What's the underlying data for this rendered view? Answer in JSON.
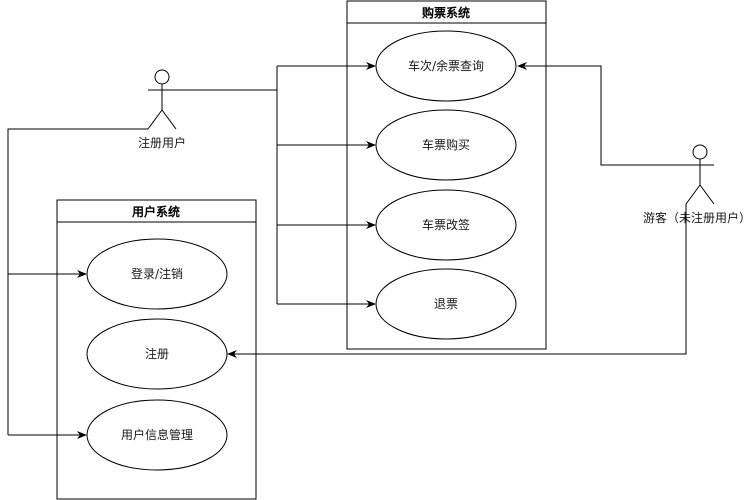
{
  "diagram": {
    "type": "use-case",
    "systems": [
      {
        "id": "ticket",
        "title": "购票系统",
        "use_cases": [
          "车次/余票查询",
          "车票购买",
          "车票改签",
          "退票"
        ]
      },
      {
        "id": "user",
        "title": "用户系统",
        "use_cases": [
          "登录/注销",
          "注册",
          "用户信息管理"
        ]
      }
    ],
    "actors": [
      {
        "id": "registered",
        "label": "注册用户"
      },
      {
        "id": "visitor",
        "label": "游客（未注册用户）"
      }
    ],
    "associations": [
      {
        "from": "注册用户",
        "to": "车次/余票查询"
      },
      {
        "from": "注册用户",
        "to": "车票购买"
      },
      {
        "from": "注册用户",
        "to": "车票改签"
      },
      {
        "from": "注册用户",
        "to": "退票"
      },
      {
        "from": "注册用户",
        "to": "登录/注销"
      },
      {
        "from": "注册用户",
        "to": "用户信息管理"
      },
      {
        "from": "游客（未注册用户）",
        "to": "车次/余票查询"
      },
      {
        "from": "游客（未注册用户）",
        "to": "注册"
      }
    ]
  }
}
